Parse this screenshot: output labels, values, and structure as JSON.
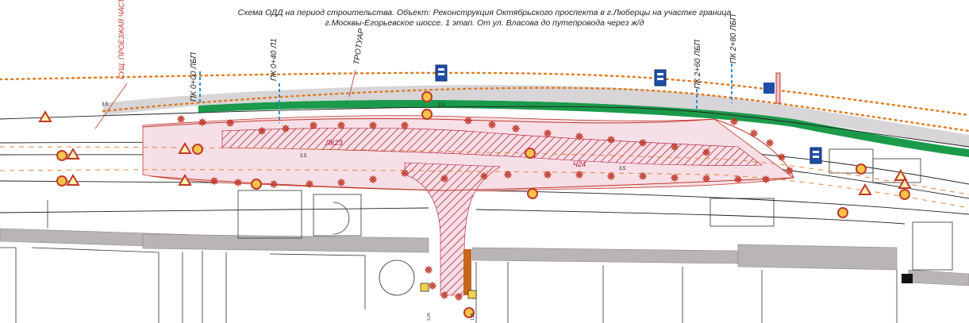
{
  "header": {
    "line1": "Схема ОДД на период строительства. Объект: Реконструкция Октябрьского проспекта в г.Люберцы на участке граница",
    "line2": "г.Москвы-Егорьевское шоссе.  1 этап. От ул. Власова до путепровода через ж/д"
  },
  "labels": {
    "edge_note": "СУЩ. ПРОЕЗЖАЯ ЧАСТЬ (БОРТ)",
    "sidewalk": "ТРОТУАР",
    "pk_0_00": "ПК 0+00 ЛБП",
    "pk_0_40": "ПК 0+40 Л1",
    "pk_2_60": "ПК 2+60 ЛБП",
    "pk_2_80": "ПК 2+80 ЛБП",
    "zone_23": "ЛК23",
    "zone_24": "Ч24",
    "dim_a": "3.5",
    "dim_b": "3.5",
    "dim_c": "3.5",
    "dim_d": "3.5",
    "sign_3_24": "3.24",
    "sign_1_25": "1.25"
  },
  "colors": {
    "fence": "#e07a1e",
    "green_strip": "#1a9a4a",
    "hatch": "#b0102f",
    "work_zone": "#f6dfe6",
    "pk_marker": "#2a8fd0",
    "building": "#b8b4b8"
  }
}
